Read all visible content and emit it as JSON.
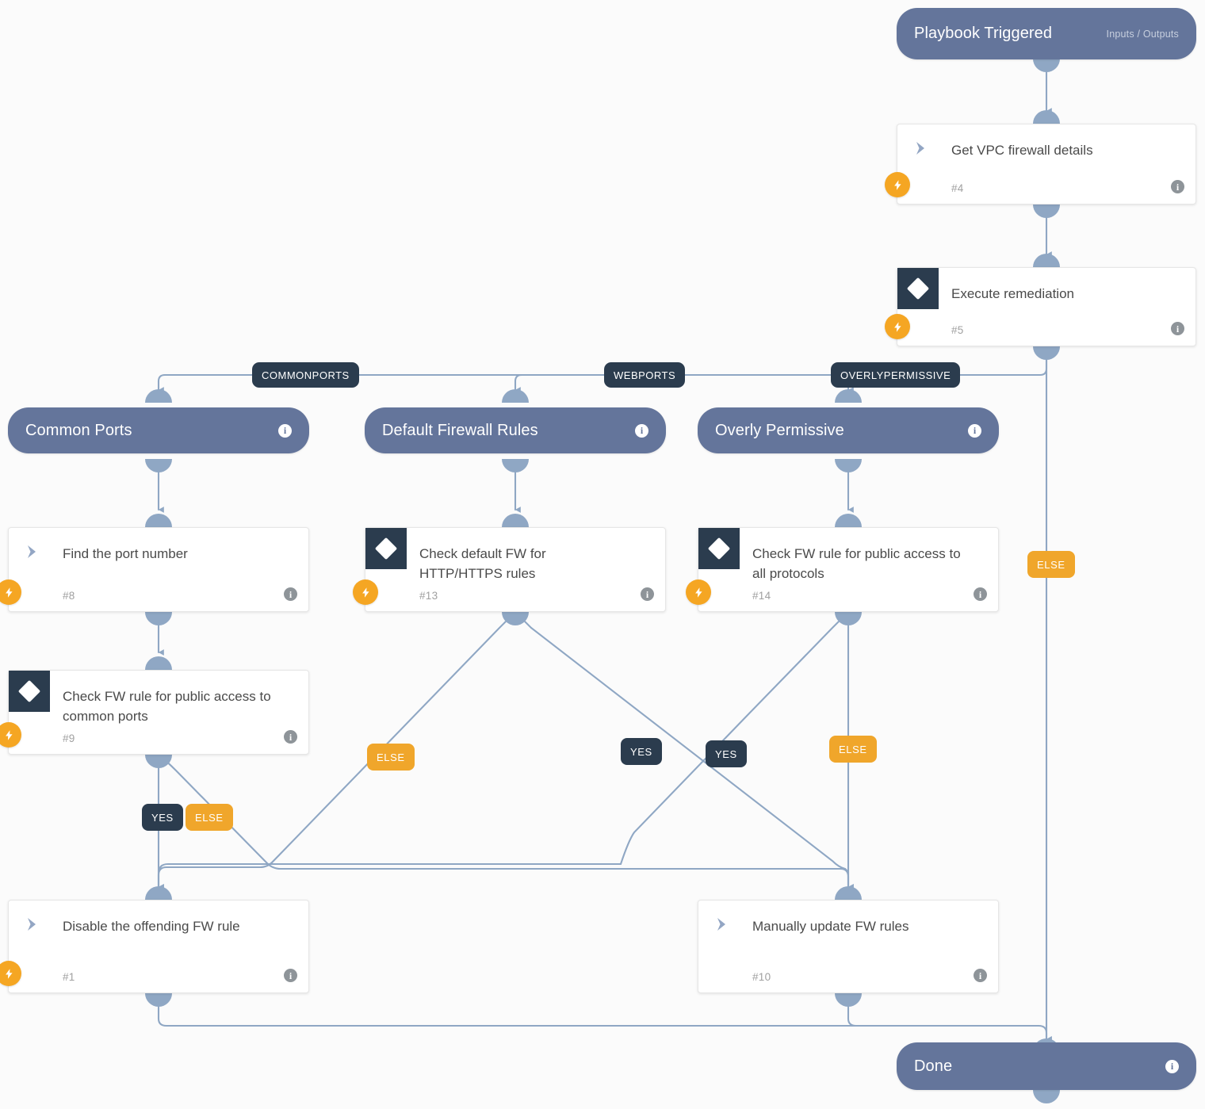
{
  "diagram": {
    "type": "playbook-flowchart",
    "background": "#fbfbfb",
    "colors": {
      "pill_blue": "#64759b",
      "connector_blue": "#8fa7c4",
      "decision_dark": "#2b3c4e",
      "badge_amber": "#f0a62b",
      "bolt_orange": "#f5a623",
      "card_white": "#ffffff",
      "card_border": "#e6e6e6",
      "text_dark": "#4a4a4a",
      "text_muted": "#a0a0a0"
    }
  },
  "start": {
    "title": "Playbook Triggered",
    "io_label": "Inputs / Outputs",
    "info_icon": "info-icon"
  },
  "end": {
    "title": "Done",
    "info_icon": "info-icon"
  },
  "branch_pills": [
    {
      "title": "Common Ports",
      "info_icon": "info-icon"
    },
    {
      "title": "Default Firewall Rules",
      "info_icon": "info-icon"
    },
    {
      "title": "Overly Permissive",
      "info_icon": "info-icon"
    }
  ],
  "branch_labels": [
    {
      "label": "COMMONPORTS"
    },
    {
      "label": "WEBPORTS"
    },
    {
      "label": "OVERLYPERMISSIVE"
    }
  ],
  "cards": [
    {
      "title": "Get VPC firewall details",
      "number": "#4",
      "kind": "action",
      "icon": "chevron-right-icon",
      "has_bolt": true,
      "info_icon": "info-icon"
    },
    {
      "title": "Execute remediation",
      "number": "#5",
      "kind": "decision",
      "icon": "diamond-icon",
      "has_bolt": true,
      "info_icon": "info-icon"
    },
    {
      "title": "Find the port number",
      "number": "#8",
      "kind": "action",
      "icon": "chevron-right-icon",
      "has_bolt": true,
      "info_icon": "info-icon"
    },
    {
      "title": "Check default FW for HTTP/HTTPS rules",
      "number": "#13",
      "kind": "decision",
      "icon": "diamond-icon",
      "has_bolt": true,
      "info_icon": "info-icon"
    },
    {
      "title": "Check FW rule for public access to all protocols",
      "number": "#14",
      "kind": "decision",
      "icon": "diamond-icon",
      "has_bolt": true,
      "info_icon": "info-icon"
    },
    {
      "title": "Check FW rule for public access to common ports",
      "number": "#9",
      "kind": "decision",
      "icon": "diamond-icon",
      "has_bolt": true,
      "info_icon": "info-icon"
    },
    {
      "title": "Disable the offending FW rule",
      "number": "#1",
      "kind": "action",
      "icon": "chevron-right-icon",
      "has_bolt": true,
      "info_icon": "info-icon"
    },
    {
      "title": "Manually update FW rules",
      "number": "#10",
      "kind": "action",
      "icon": "chevron-right-icon",
      "has_bolt": false,
      "info_icon": "info-icon"
    }
  ],
  "condition_badges": [
    {
      "label": "ELSE",
      "style": "amber",
      "from": "Execute remediation"
    },
    {
      "label": "ELSE",
      "style": "amber",
      "from": "Check default FW for HTTP/HTTPS rules"
    },
    {
      "label": "YES",
      "style": "dark",
      "from": "Check default FW for HTTP/HTTPS rules"
    },
    {
      "label": "YES",
      "style": "dark",
      "from": "Check FW rule for public access to all protocols"
    },
    {
      "label": "ELSE",
      "style": "amber",
      "from": "Check FW rule for public access to all protocols"
    },
    {
      "label": "YES",
      "style": "dark",
      "from": "Check FW rule for public access to common ports"
    },
    {
      "label": "ELSE",
      "style": "amber",
      "from": "Check FW rule for public access to common ports"
    }
  ]
}
